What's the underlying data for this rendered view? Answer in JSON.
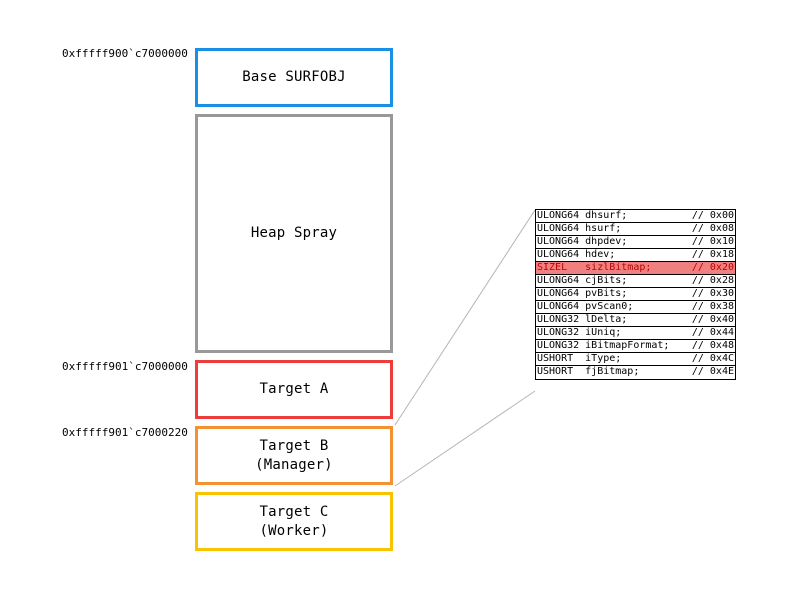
{
  "addresses": {
    "base": "0xfffff900`c7000000",
    "target_a": "0xfffff901`c7000000",
    "target_b": "0xfffff901`c7000220"
  },
  "boxes": {
    "base_surfobj": {
      "label": "Base SURFOBJ",
      "color": "#1a8fe6"
    },
    "heap_spray": {
      "label": "Heap Spray",
      "color": "#999999"
    },
    "target_a": {
      "label": "Target A",
      "color": "#ee3b3b"
    },
    "target_b": {
      "line1": "Target B",
      "line2": "(Manager)",
      "color": "#f39232"
    },
    "target_c": {
      "line1": "Target C",
      "line2": "(Worker)",
      "color": "#f8c300"
    }
  },
  "struct_fields": [
    {
      "decl": "ULONG64 dhsurf;",
      "offset": "// 0x00",
      "highlight": false
    },
    {
      "decl": "ULONG64 hsurf;",
      "offset": "// 0x08",
      "highlight": false
    },
    {
      "decl": "ULONG64 dhpdev;",
      "offset": "// 0x10",
      "highlight": false
    },
    {
      "decl": "ULONG64 hdev;",
      "offset": "// 0x18",
      "highlight": false
    },
    {
      "decl": "SIZEL   sizlBitmap;",
      "offset": "// 0x20",
      "highlight": true
    },
    {
      "decl": "ULONG64 cjBits;",
      "offset": "// 0x28",
      "highlight": false
    },
    {
      "decl": "ULONG64 pvBits;",
      "offset": "// 0x30",
      "highlight": false
    },
    {
      "decl": "ULONG64 pvScan0;",
      "offset": "// 0x38",
      "highlight": false
    },
    {
      "decl": "ULONG32 lDelta;",
      "offset": "// 0x40",
      "highlight": false
    },
    {
      "decl": "ULONG32 iUniq;",
      "offset": "// 0x44",
      "highlight": false
    },
    {
      "decl": "ULONG32 iBitmapFormat;",
      "offset": "// 0x48",
      "highlight": false
    },
    {
      "decl": "USHORT  iType;",
      "offset": "// 0x4C",
      "highlight": false
    },
    {
      "decl": "USHORT  fjBitmap;",
      "offset": "// 0x4E",
      "highlight": false
    }
  ]
}
